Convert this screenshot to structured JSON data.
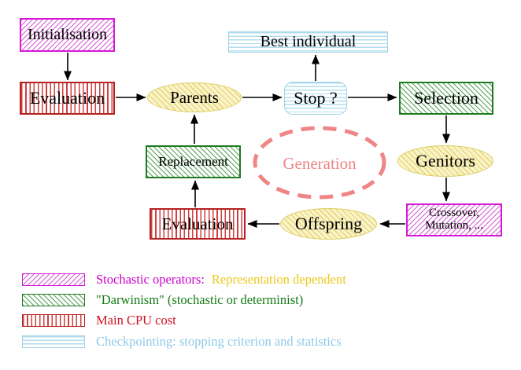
{
  "palette": {
    "magenta_border": "#d619d6",
    "green_border": "#1e7a1e",
    "red_border": "#b52222",
    "cyan_border": "#9fd3e6",
    "yellow_border": "#ddcd62",
    "coral_dashed": "#ef8585",
    "text_black": "#000000",
    "legend_magenta_text": "#cc00cc",
    "legend_yellow_text": "#eac91c",
    "legend_green_text": "#147a14",
    "legend_red_text": "#cc1122",
    "legend_cyan_text": "#8fc9e9"
  },
  "diagram": {
    "nodes": {
      "initialisation": {
        "label": "Initialisation"
      },
      "evaluation_top": {
        "label": "Evaluation"
      },
      "parents": {
        "label": "Parents"
      },
      "best_individual": {
        "label": "Best individual"
      },
      "stop": {
        "label": "Stop ?"
      },
      "selection": {
        "label": "Selection"
      },
      "genitors": {
        "label": "Genitors"
      },
      "replacement": {
        "label": "Replacement"
      },
      "generation": {
        "label": "Generation"
      },
      "offspring": {
        "label": "Offspring"
      },
      "evaluation_bottom": {
        "label": "Evaluation"
      },
      "crossover_mutation": {
        "line1": "Crossover,",
        "line2": "Mutation, ..."
      }
    }
  },
  "legend": {
    "items": [
      {
        "pattern": "magenta-hatch",
        "label": "Stochastic operators:",
        "label2": "Representation dependent",
        "color": "#cc00cc",
        "color2": "#eac91c"
      },
      {
        "pattern": "green-hatch",
        "label": "\"Darwinism\" (stochastic or determinist)",
        "color": "#147a14"
      },
      {
        "pattern": "red-stripes",
        "label": "Main CPU cost",
        "color": "#cc1122"
      },
      {
        "pattern": "cyan-stripes",
        "label": "Checkpointing: stopping criterion and statistics",
        "color": "#8fc9e9"
      }
    ]
  }
}
